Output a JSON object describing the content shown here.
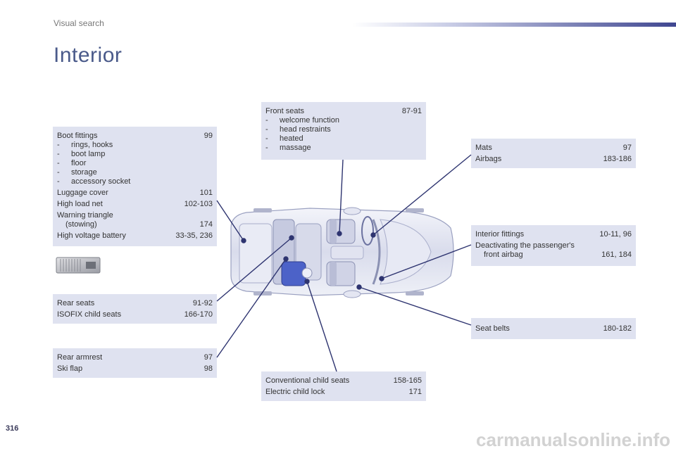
{
  "header": {
    "section": "Visual search",
    "title": "Interior"
  },
  "page_number": "316",
  "watermark": "carmanualsonline.info",
  "boot": {
    "title": "Boot fittings",
    "title_page": "99",
    "items": [
      "rings, hooks",
      "boot lamp",
      "floor",
      "storage",
      "accessory socket"
    ],
    "rows": [
      {
        "label": "Luggage cover",
        "page": "101"
      },
      {
        "label": "High load net",
        "page": "102-103"
      }
    ],
    "warning": {
      "label1": "Warning triangle",
      "label2": "(stowing)",
      "page": "174"
    },
    "battery": {
      "label": "High voltage battery",
      "page": "33-35, 236"
    }
  },
  "front_seats": {
    "title": "Front seats",
    "title_page": "87-91",
    "items": [
      "welcome function",
      "head restraints",
      "heated",
      "massage"
    ]
  },
  "mats": {
    "rows": [
      {
        "label": "Mats",
        "page": "97"
      },
      {
        "label": "Airbags",
        "page": "183-186"
      }
    ]
  },
  "interior_fittings": {
    "row1": {
      "label": "Interior fittings",
      "page": "10-11, 96"
    },
    "row2": {
      "label1": "Deactivating the passenger's",
      "label2": "front airbag",
      "page": "161, 184"
    }
  },
  "rear_seats": {
    "rows": [
      {
        "label": "Rear seats",
        "page": "91-92"
      },
      {
        "label": "ISOFIX child seats",
        "page": "166-170"
      }
    ]
  },
  "rear_armrest": {
    "rows": [
      {
        "label": "Rear armrest",
        "page": "97"
      },
      {
        "label": "Ski flap",
        "page": "98"
      }
    ]
  },
  "seat_belts": {
    "rows": [
      {
        "label": "Seat belts",
        "page": "180-182"
      }
    ]
  },
  "child_seats": {
    "rows": [
      {
        "label": "Conventional child seats",
        "page": "158-165"
      },
      {
        "label": "Electric child lock",
        "page": "171"
      }
    ]
  },
  "colors": {
    "box_bg": "#dfe2f0",
    "title": "#4a5a8a",
    "leader_line": "#2e3470"
  }
}
